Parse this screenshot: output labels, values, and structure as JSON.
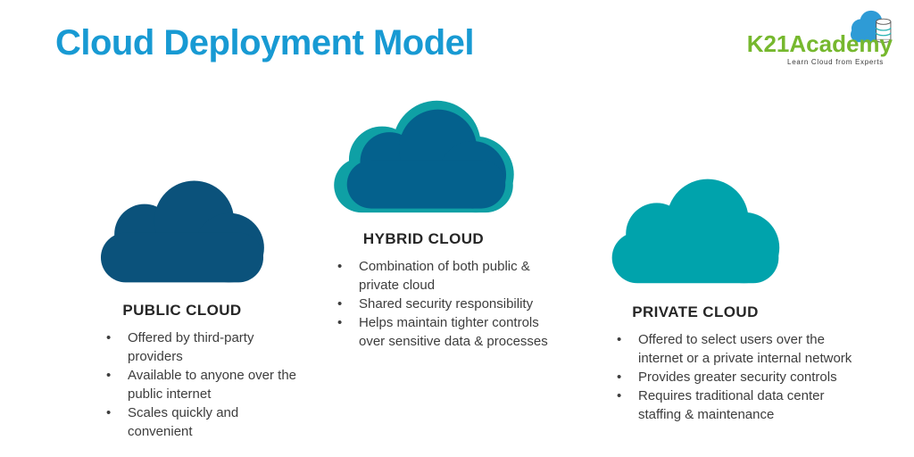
{
  "title": "Cloud Deployment Model",
  "bullet_char": "•",
  "logo": {
    "name": "K21Academy",
    "tagline": "Learn Cloud from Experts"
  },
  "colors": {
    "title_blue": "#189AD3",
    "public_cloud": "#0B527B",
    "hybrid_outer_teal": "#0FA0A5",
    "hybrid_inner_blue": "#04618D",
    "private_cloud": "#00A3AC",
    "logo_green": "#76B82E",
    "logo_cloud_blue": "#2E9BD6",
    "heading_text": "#262626",
    "body_text": "#3d3d3d"
  },
  "sections": [
    {
      "id": "public-cloud",
      "heading": "PUBLIC CLOUD",
      "bullets": [
        "Offered by third-party providers",
        "Available to anyone over the public internet",
        "Scales quickly and convenient"
      ]
    },
    {
      "id": "hybrid-cloud",
      "heading": "HYBRID CLOUD",
      "bullets": [
        "Combination of both public & private cloud",
        "Shared security responsibility",
        "Helps maintain tighter controls over sensitive data & processes"
      ]
    },
    {
      "id": "private-cloud",
      "heading": "PRIVATE CLOUD",
      "bullets": [
        "Offered to select users over the internet or a private internal network",
        "Provides greater security controls",
        "Requires traditional data center staffing & maintenance"
      ]
    }
  ]
}
